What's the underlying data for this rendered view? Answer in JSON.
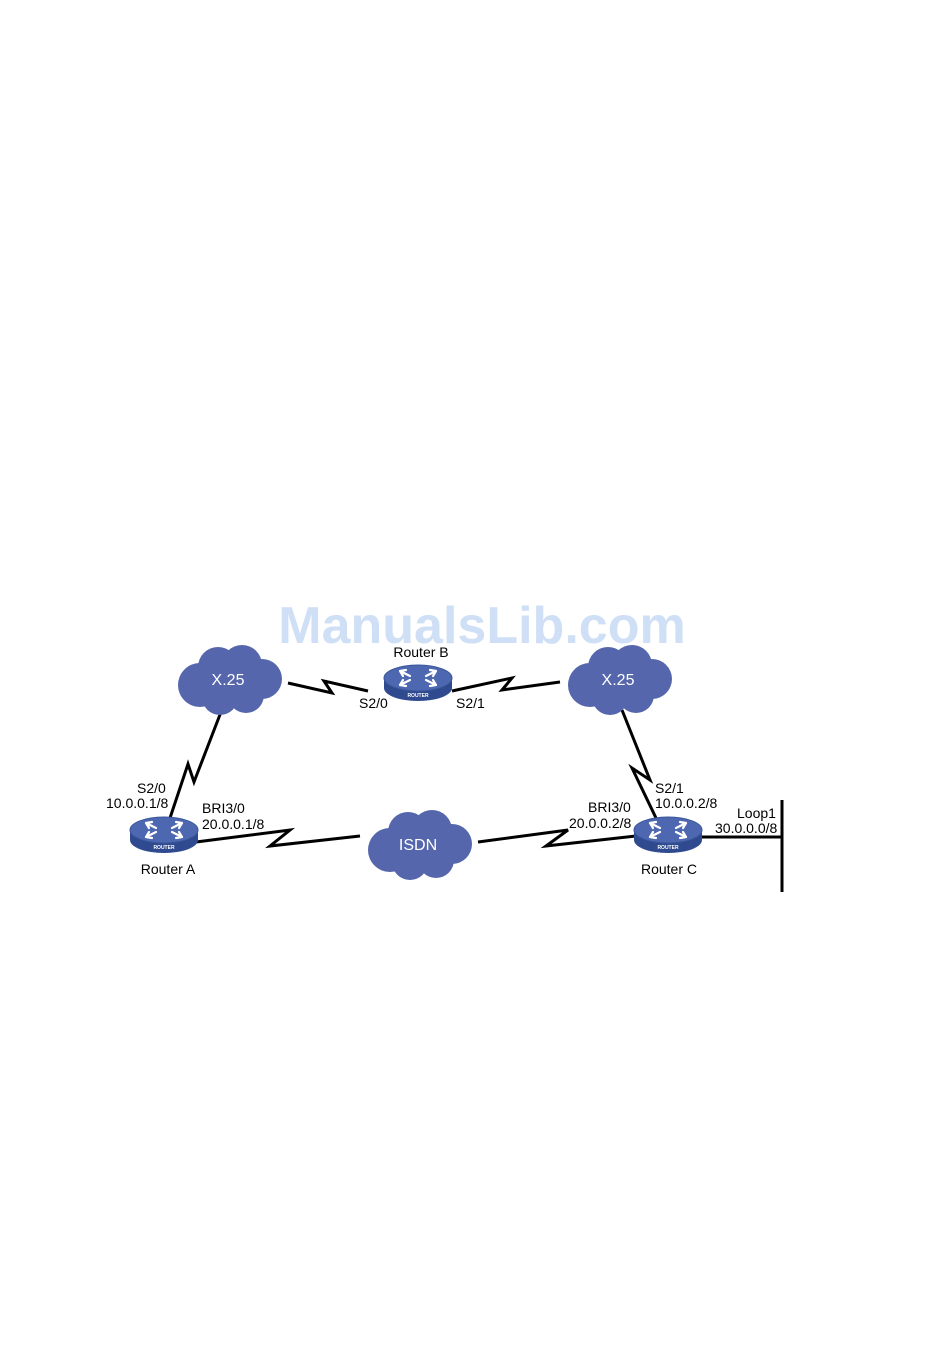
{
  "watermark": "ManualsLib.com",
  "colors": {
    "cloud": "#5566ac",
    "router_top": "#4d68b0",
    "router_side": "#2f4a8f",
    "line": "#000000"
  },
  "clouds": {
    "x25_left": "X.25",
    "x25_right": "X.25",
    "isdn": "ISDN"
  },
  "routers": {
    "a": {
      "name": "Router A",
      "badge": "ROUTER"
    },
    "b": {
      "name": "Router B",
      "badge": "ROUTER"
    },
    "c": {
      "name": "Router C",
      "badge": "ROUTER"
    }
  },
  "interfaces": {
    "a_s20": {
      "name": "S2/0",
      "ip": "10.0.0.1/8"
    },
    "a_bri30": {
      "name": "BRI3/0",
      "ip": "20.0.0.1/8"
    },
    "b_s20": {
      "name": "S2/0"
    },
    "b_s21": {
      "name": "S2/1"
    },
    "c_s21": {
      "name": "S2/1",
      "ip": "10.0.0.2/8"
    },
    "c_bri30": {
      "name": "BRI3/0",
      "ip": "20.0.0.2/8"
    },
    "c_loop1": {
      "name": "Loop1",
      "ip": "30.0.0.0/8"
    }
  }
}
